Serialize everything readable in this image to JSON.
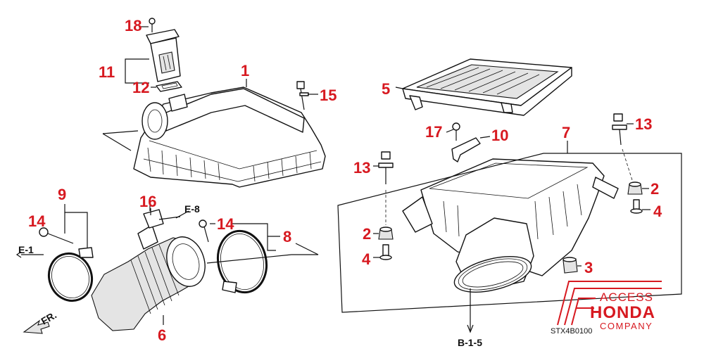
{
  "callouts": [
    {
      "id": "c18",
      "text": "18"
    },
    {
      "id": "c11",
      "text": "11"
    },
    {
      "id": "c1",
      "text": "1"
    },
    {
      "id": "c12",
      "text": "12"
    },
    {
      "id": "c15",
      "text": "15"
    },
    {
      "id": "c5",
      "text": "5"
    },
    {
      "id": "c17",
      "text": "17"
    },
    {
      "id": "c10",
      "text": "10"
    },
    {
      "id": "c7",
      "text": "7"
    },
    {
      "id": "c13a",
      "text": "13"
    },
    {
      "id": "c13b",
      "text": "13"
    },
    {
      "id": "c2a",
      "text": "2"
    },
    {
      "id": "c2b",
      "text": "2"
    },
    {
      "id": "c4a",
      "text": "4"
    },
    {
      "id": "c4b",
      "text": "4"
    },
    {
      "id": "c3",
      "text": "3"
    },
    {
      "id": "c9",
      "text": "9"
    },
    {
      "id": "c14a",
      "text": "14"
    },
    {
      "id": "c14b",
      "text": "14"
    },
    {
      "id": "c16",
      "text": "16"
    },
    {
      "id": "c8",
      "text": "8"
    },
    {
      "id": "c6",
      "text": "6"
    }
  ],
  "references": {
    "e8": "E-8",
    "e1": "E-1",
    "b15": "B-1-5",
    "front": "FR."
  },
  "diagram_code": "STX4B0100",
  "logo": {
    "line1": "ACCESS",
    "line2": "HONDA",
    "line3": "COMPANY",
    "color": "#d71920"
  }
}
